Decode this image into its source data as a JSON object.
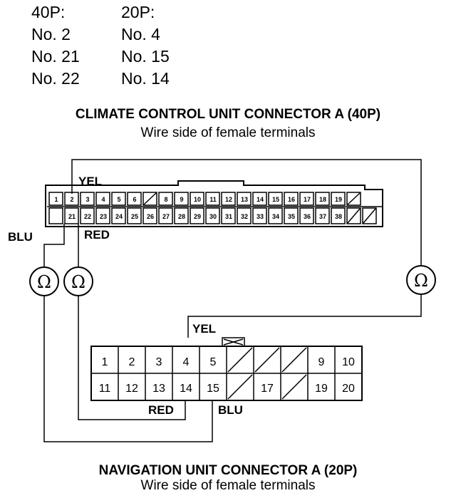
{
  "pin_table": {
    "col1_header": "40P:",
    "col2_header": "20P:",
    "rows": [
      {
        "p40": "No. 2",
        "p20": "No. 4"
      },
      {
        "p40": "No. 21",
        "p20": "No. 15"
      },
      {
        "p40": "No. 22",
        "p20": "No. 14"
      }
    ]
  },
  "connector_40p": {
    "title": "CLIMATE CONTROL UNIT CONNECTOR A (40P)",
    "subtitle": "Wire side of female terminals",
    "top_row": [
      "1",
      "2",
      "3",
      "4",
      "5",
      "6",
      "",
      "8",
      "9",
      "10",
      "11",
      "12",
      "13",
      "14",
      "15",
      "16",
      "17",
      "18",
      "19",
      ""
    ],
    "bottom_row": [
      "",
      "21",
      "22",
      "23",
      "24",
      "25",
      "26",
      "27",
      "28",
      "29",
      "30",
      "31",
      "32",
      "33",
      "34",
      "35",
      "36",
      "37",
      "38",
      "",
      ""
    ]
  },
  "connector_20p": {
    "title": "NAVIGATION UNIT CONNECTOR A (20P)",
    "subtitle": "Wire side of female terminals",
    "top_row": [
      "1",
      "2",
      "3",
      "4",
      "5",
      "",
      "",
      "",
      "9",
      "10"
    ],
    "bottom_row": [
      "11",
      "12",
      "13",
      "14",
      "15",
      "",
      "17",
      "",
      "19",
      "20"
    ]
  },
  "wires": {
    "yel_top": "YEL",
    "blu_left": "BLU",
    "red_top": "RED",
    "yel_bottom": "YEL",
    "red_bottom": "RED",
    "blu_bottom": "BLU"
  },
  "meter_symbol": "Ω"
}
